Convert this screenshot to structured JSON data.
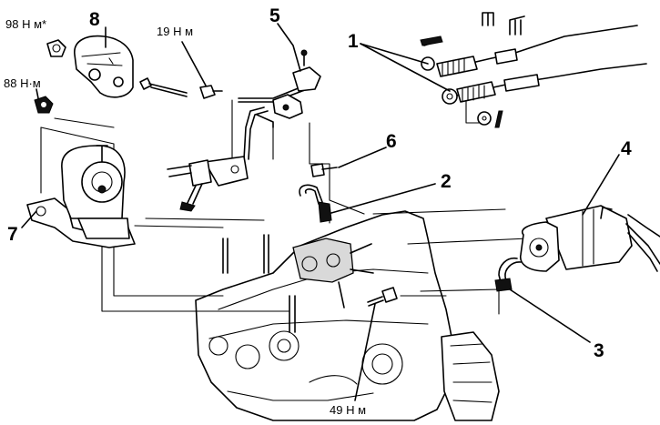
{
  "callouts": {
    "c1": "1",
    "c2": "2",
    "c3": "3",
    "c4": "4",
    "c5": "5",
    "c6": "6",
    "c7": "7",
    "c8": "8"
  },
  "torques": {
    "t98": "98 Н м*",
    "t19": "19 Н м",
    "t88": "88 Н·м",
    "t49": "49 Н м"
  },
  "icons": {
    "cable-clip": "clip-icon",
    "mount": "engine-mount",
    "starter": "starter-motor",
    "gearbox": "transmission-housing"
  }
}
